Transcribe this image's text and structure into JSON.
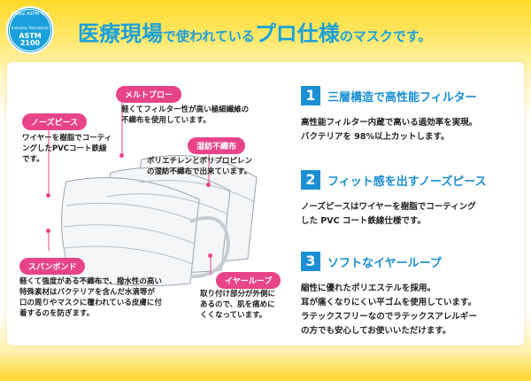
{
  "badge": {
    "top_text": "Global ASTM Test",
    "standard_text": "Industry Standards",
    "astm": "ASTM",
    "code": "2100"
  },
  "header": {
    "part1": "医療現場",
    "part2": "で使われている",
    "part3": "プロ仕様",
    "part4": "のマスクです。"
  },
  "diagram": {
    "melt": {
      "tag": "メルトブロー",
      "text": [
        "軽くてフィルター性が高い極細繊維の",
        "不織布を使用しています。"
      ]
    },
    "nose": {
      "tag": "ノーズピース",
      "text": [
        "ワイヤーを樹脂でコーティ",
        "ングしたPVCコート鉄線",
        "です。"
      ]
    },
    "nonwoven": {
      "tag": "湿紡不織布",
      "text": [
        "ポリエチレンとポリプロピレン",
        "の湿紡不織布で出来ています。"
      ]
    },
    "spun": {
      "tag": "スパンボンド",
      "text": [
        "軽くて強度がある不織布で、撥水性の高い",
        "特殊素材はバクテリアを含んだ水滴等が",
        "口の周りやマスクに覆われている皮膚に付",
        "着するのを防ぎます。"
      ]
    },
    "ear": {
      "tag": "イヤーループ",
      "text": [
        "取り付け部分が外側に",
        "あるので、肌を痛めに",
        "くくなっています。"
      ]
    }
  },
  "features": [
    {
      "num": "1",
      "heading": "三層構造で高性能フィルター",
      "lines": [
        "高性能フィルター内蔵で高いる過効率を実現。",
        "バクテリアを 98%以上カットします。"
      ]
    },
    {
      "num": "2",
      "heading": "フィット感を出すノーズピース",
      "lines": [
        "ノーズピースはワイヤーを樹脂でコーティング",
        "した PVC コート鉄線仕様です。"
      ]
    },
    {
      "num": "3",
      "heading": "ソフトなイヤーループ",
      "lines": [
        "縮性に優れたポリエステルを採用。",
        "耳が痛くなりにくい平ゴムを使用しています。",
        "ラテックスフリーなのでラテックスアレルギー",
        "の方でも安心してお使いいただけます。"
      ]
    }
  ],
  "colors": {
    "accent_blue": "#1aa0dc",
    "tag_pink": "#e8448a",
    "background_yellow": "#ffd92a"
  }
}
